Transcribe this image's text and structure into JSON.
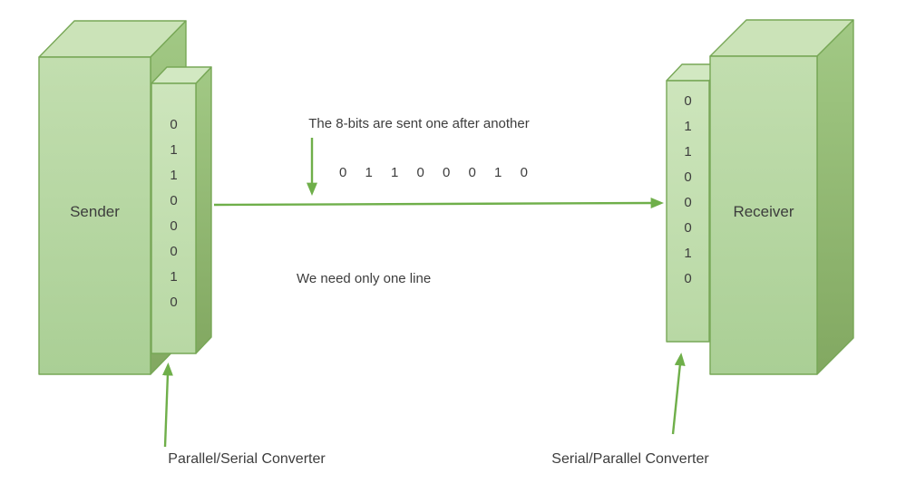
{
  "sender": {
    "label": "Sender",
    "bits": [
      "0",
      "1",
      "1",
      "0",
      "0",
      "0",
      "1",
      "0"
    ],
    "converter_label": "Parallel/Serial Converter"
  },
  "receiver": {
    "label": "Receiver",
    "bits": [
      "0",
      "1",
      "1",
      "0",
      "0",
      "0",
      "1",
      "0"
    ],
    "converter_label": "Serial/Parallel Converter"
  },
  "channel": {
    "caption": "The 8-bits are sent one after another",
    "serial_bits": "0 1 1 0 0 0 1 0",
    "note": "We need only one line"
  },
  "colors": {
    "box_front": "#b2d49d",
    "box_front_light": "#c6e1b2",
    "box_top": "#cbe3b8",
    "box_top_light": "#d2e8c2",
    "box_side": "#9fc781",
    "box_side_dark": "#84aa63",
    "border": "#77a756",
    "arrow": "#6faf4a",
    "text": "#3d3d3d",
    "background": "#ffffff"
  }
}
